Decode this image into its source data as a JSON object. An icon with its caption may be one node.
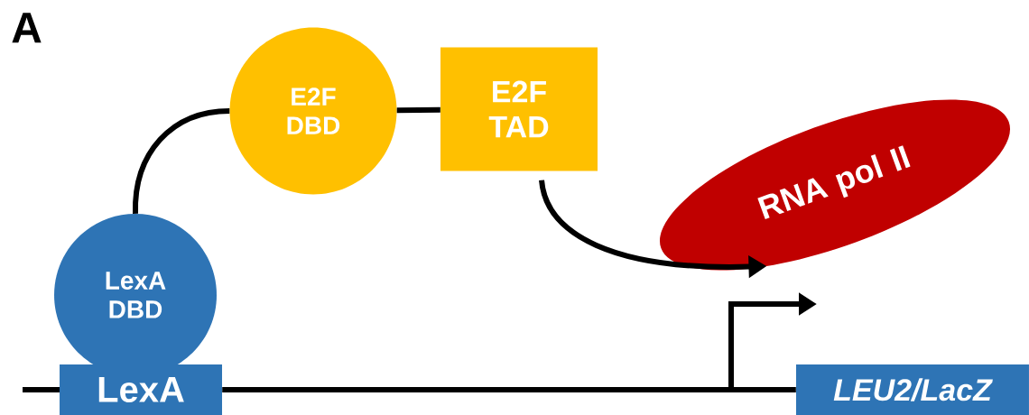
{
  "diagram": {
    "nodes": [
      {
        "text": [
          "LexA DBD"
        ]
      },
      {
        "text": [
          "E2F DBD"
        ]
      },
      {
        "text": [
          "E2F TAD"
        ]
      },
      {
        "text": [
          "RNA pol II"
        ]
      },
      {
        "text": [
          "LexA"
        ]
      },
      {
        "text": [
          "LEU2/LacZ"
        ]
      }
    ],
    "edges": [
      {
        "from": 0,
        "to": 1,
        "arrow": "none"
      },
      {
        "from": 1,
        "to": 2,
        "arrow": "none"
      },
      {
        "from": 2,
        "to": 3,
        "arrow": "to"
      },
      {
        "from": 4,
        "to": 5,
        "arrow": "none"
      }
    ],
    "labels": [
      "A"
    ]
  }
}
